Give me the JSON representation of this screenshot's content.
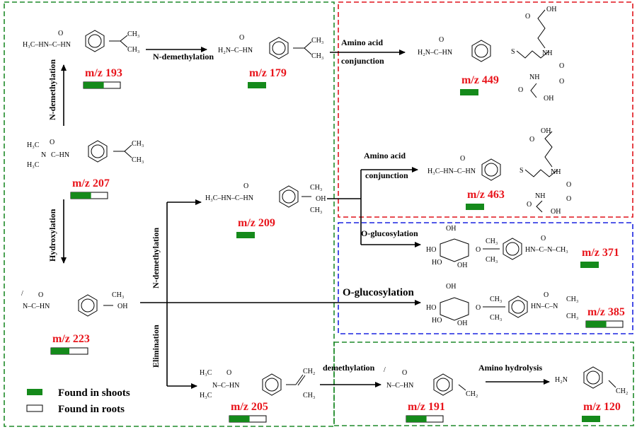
{
  "colors": {
    "mz": "#e8141b",
    "shoot": "#158a1b",
    "green_box": "#1f8a2a",
    "red_box": "#e0141b",
    "blue_box": "#1a23e0"
  },
  "compounds": [
    {
      "id": "c193",
      "mz": "m/z 193",
      "shoot": 0.55,
      "root": true
    },
    {
      "id": "c179",
      "mz": "m/z 179",
      "shoot": 1.0,
      "root": false
    },
    {
      "id": "c449",
      "mz": "m/z 449",
      "shoot": 1.0,
      "root": false
    },
    {
      "id": "c207",
      "mz": "m/z 207",
      "shoot": 0.55,
      "root": true
    },
    {
      "id": "c209",
      "mz": "m/z 209",
      "shoot": 1.0,
      "root": false
    },
    {
      "id": "c463",
      "mz": "m/z 463",
      "shoot": 1.0,
      "root": false
    },
    {
      "id": "c371",
      "mz": "m/z 371",
      "shoot": 1.0,
      "root": false
    },
    {
      "id": "c385",
      "mz": "m/z 385",
      "shoot": 0.55,
      "root": true
    },
    {
      "id": "c223",
      "mz": "m/z 223",
      "shoot": 0.5,
      "root": true
    },
    {
      "id": "c205",
      "mz": "m/z 205",
      "shoot": 0.55,
      "root": true
    },
    {
      "id": "c191",
      "mz": "m/z 191",
      "shoot": 0.55,
      "root": true
    },
    {
      "id": "c120",
      "mz": "m/z 120",
      "shoot": 1.0,
      "root": false
    }
  ],
  "reactions": {
    "n_demethylation_top": "N-demethylation",
    "n_demethylation_left": "N-demethylation",
    "n_demethylation_mid": "N-demethylation",
    "hydroxylation": "Hydroxylation",
    "elimination": "Elimination",
    "amino_acid_1a": "Amino  acid",
    "amino_acid_1b": "conjunction",
    "amino_acid_2a": "Amino  acid",
    "amino_acid_2b": "conjunction",
    "o_glucosylation_small": "O-glucosylation",
    "o_glucosylation_big": "O-glucosylation",
    "demethylation": "demethylation",
    "amino_hydrolysis": "Amino hydrolysis"
  },
  "structures": {
    "s193_left": "H₃C–HN–C–HN",
    "s179_left": "H₂N–C–HN",
    "s207_left": "C–HN",
    "s223_left": "N–C–HN",
    "s209_left": "H₃C–HN–C–HN",
    "s205_left": "N–C–HN",
    "s191_left": "N–C–HN",
    "s120_left": "H₂N",
    "s449_left": "H₂N–C–HN",
    "s463_left": "H₃C–HN–C–HN",
    "s371_right": "HN–C–N–CH₃",
    "s385_right": "HN–C–N",
    "oh": "OH",
    "ch3": "CH₃",
    "ch2": "CH₂",
    "h3c": "H₃C",
    "o": "O",
    "s": "S",
    "nh": "NH",
    "n": "N",
    "ho": "HO"
  },
  "legend": {
    "shoots": "Found in shoots",
    "roots": "Found in roots"
  }
}
